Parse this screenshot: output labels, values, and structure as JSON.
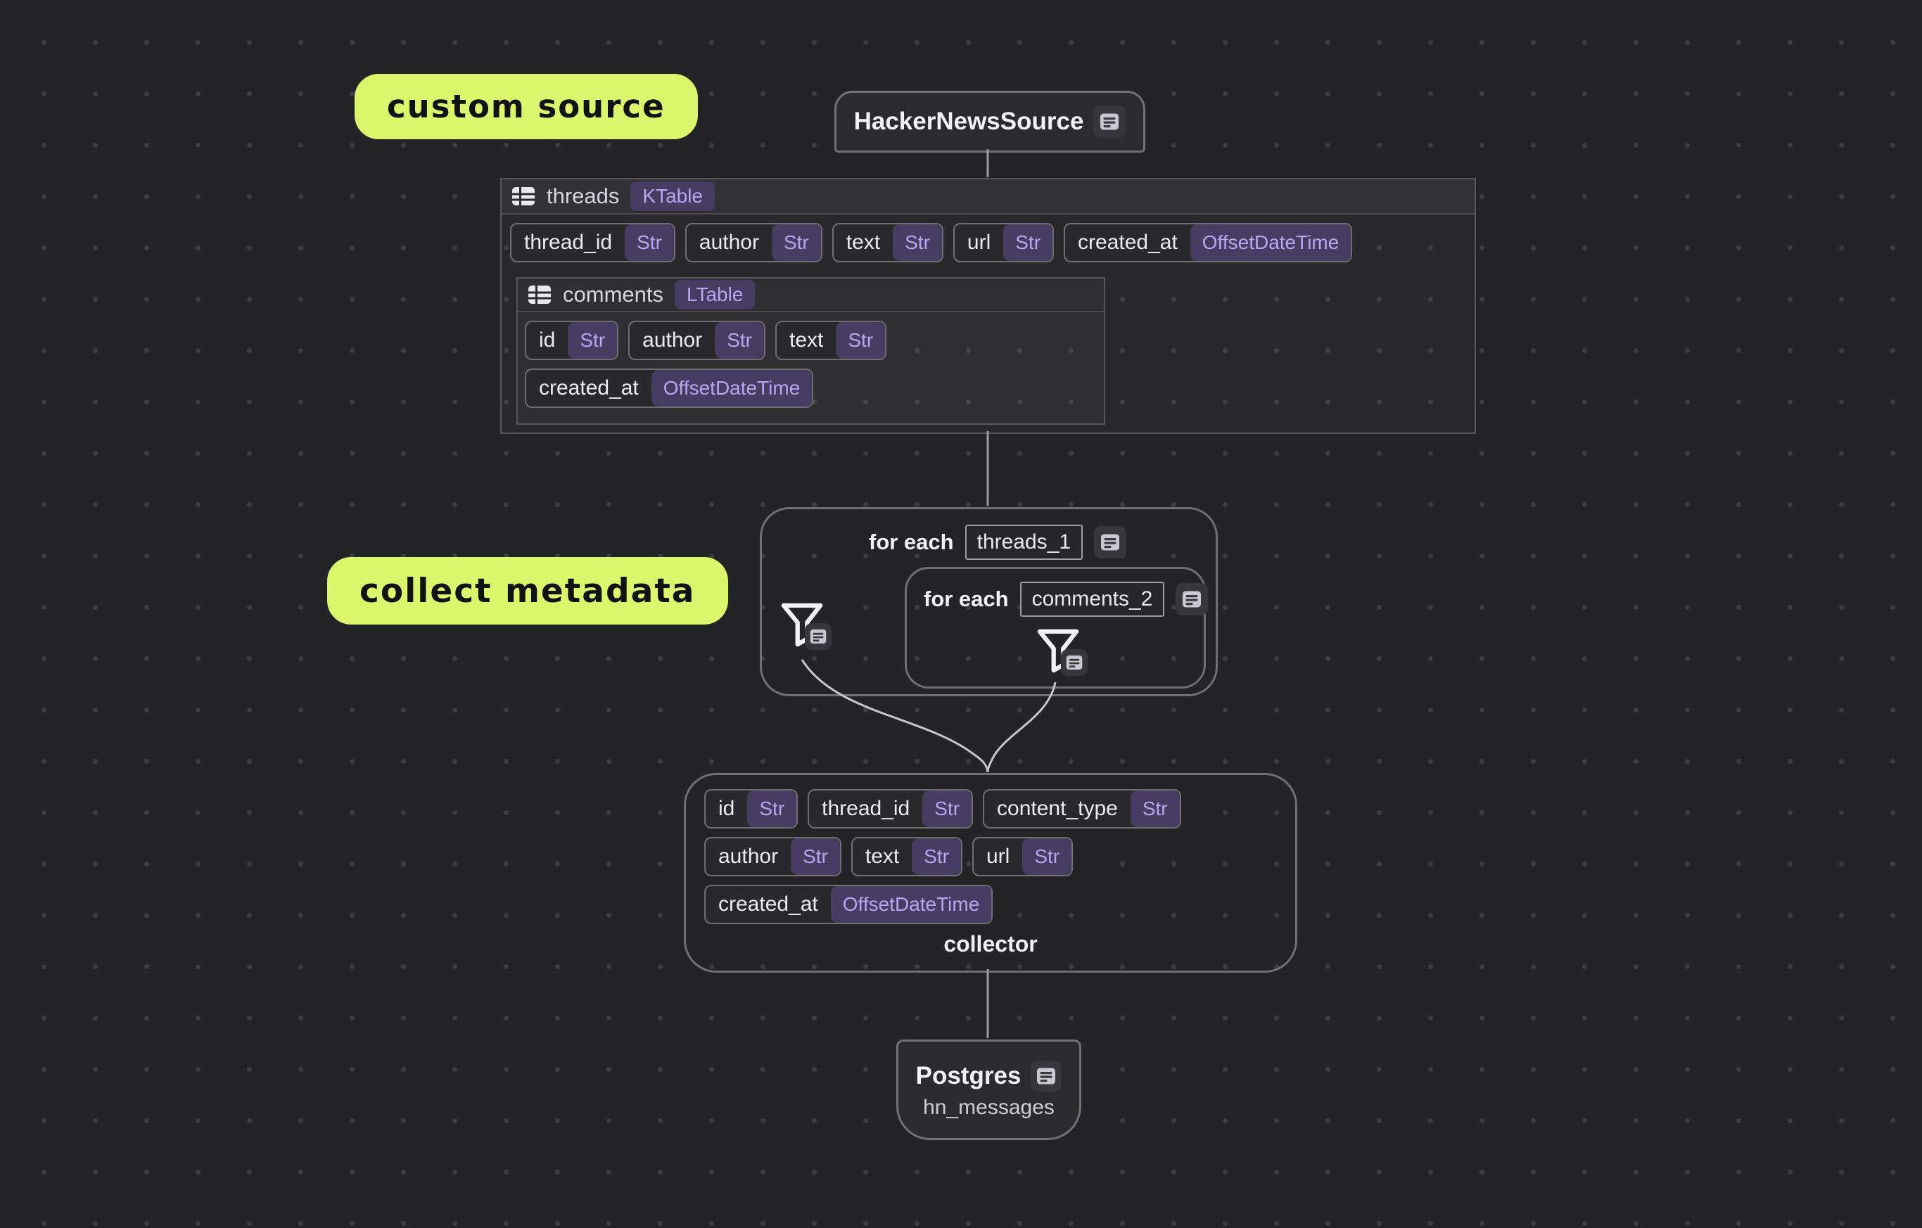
{
  "colors": {
    "background": "#242427",
    "dot_grid": "#3d3d41",
    "annotation_bg": "#ddf56d",
    "annotation_text": "#121212",
    "node_bg": "#2b2b2e",
    "node_border": "#71717a",
    "scope_border": "#6f6f77",
    "chip_bg": "#29292c",
    "chip_border": "#6e6e74",
    "type_badge_bg": "#473d63",
    "type_badge_text": "#b7a6f0",
    "edge_line": "#aaaaaf"
  },
  "annotations": {
    "custom_source": "custom source",
    "collect_metadata": "collect metadata"
  },
  "source_node": {
    "title": "HackerNewsSource"
  },
  "threads_table": {
    "name": "threads",
    "kind": "KTable",
    "fields": [
      {
        "name": "thread_id",
        "type": "Str"
      },
      {
        "name": "author",
        "type": "Str"
      },
      {
        "name": "text",
        "type": "Str"
      },
      {
        "name": "url",
        "type": "Str"
      },
      {
        "name": "created_at",
        "type": "OffsetDateTime"
      }
    ]
  },
  "comments_table": {
    "name": "comments",
    "kind": "LTable",
    "fields_row1": [
      {
        "name": "id",
        "type": "Str"
      },
      {
        "name": "author",
        "type": "Str"
      },
      {
        "name": "text",
        "type": "Str"
      }
    ],
    "fields_row2": [
      {
        "name": "created_at",
        "type": "OffsetDateTime"
      }
    ]
  },
  "foreach_outer": {
    "label": "for each",
    "scope": "threads_1"
  },
  "foreach_inner": {
    "label": "for each",
    "scope": "comments_2"
  },
  "collector": {
    "label": "collector",
    "row1": [
      {
        "name": "id",
        "type": "Str"
      },
      {
        "name": "thread_id",
        "type": "Str"
      },
      {
        "name": "content_type",
        "type": "Str"
      }
    ],
    "row2": [
      {
        "name": "author",
        "type": "Str"
      },
      {
        "name": "text",
        "type": "Str"
      },
      {
        "name": "url",
        "type": "Str"
      }
    ],
    "row3": [
      {
        "name": "created_at",
        "type": "OffsetDateTime"
      }
    ]
  },
  "sink_node": {
    "title": "Postgres",
    "subtitle": "hn_messages"
  }
}
